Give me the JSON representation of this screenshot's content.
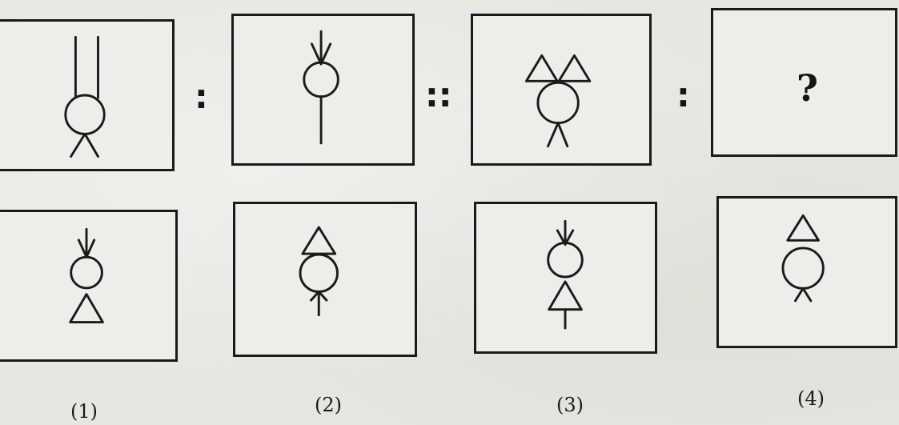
{
  "question": {
    "separators": {
      "ratio_left": ":",
      "proportion": "::",
      "ratio_right": ":"
    },
    "unknown": "?"
  },
  "options": {
    "labels": [
      "(1)",
      "(2)",
      "(3)",
      "(4)"
    ]
  },
  "colors": {
    "ink": "#1a1a1a",
    "paper": "#e7e7e2"
  }
}
